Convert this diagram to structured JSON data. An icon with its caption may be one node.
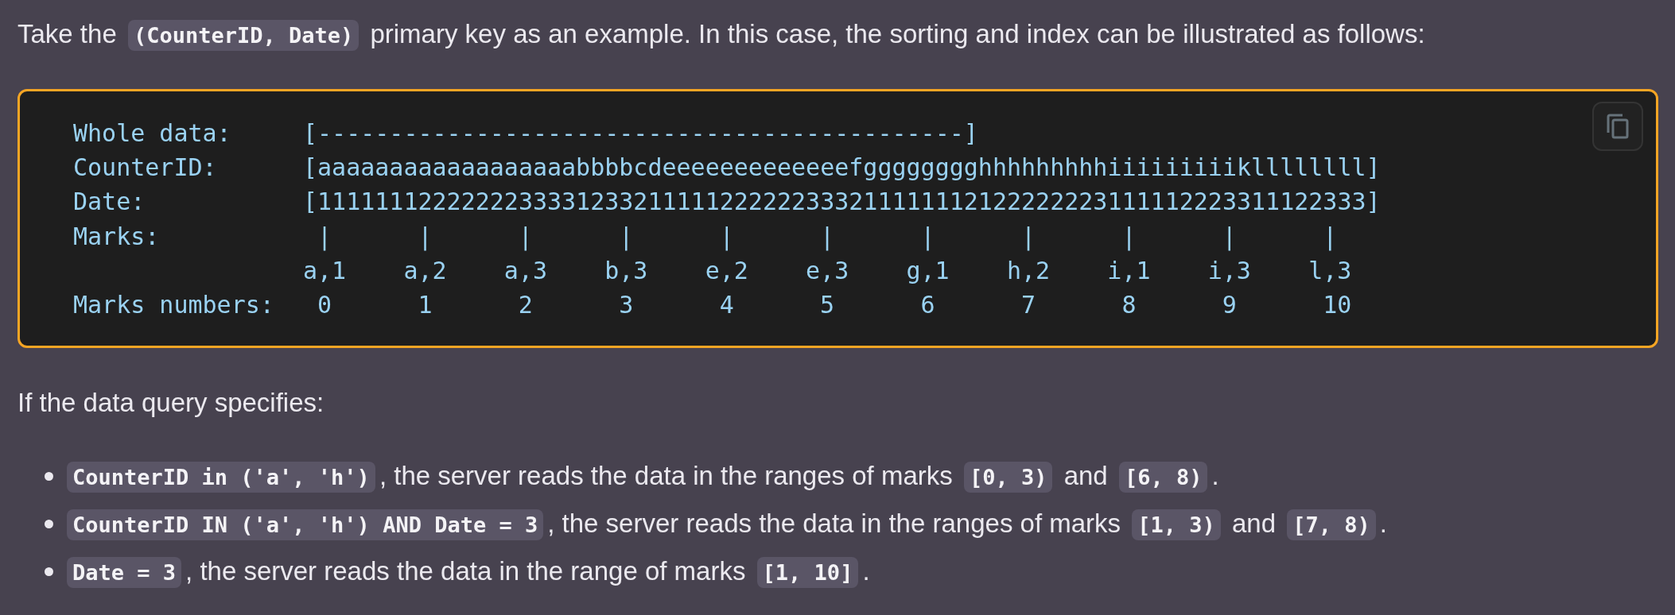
{
  "diagram": {
    "nodes": [
      {
        "text": [
          "Whole data:",
          "[---------------------------------------------]",
          "CounterID:",
          "[aaaaaaaaaaaaaaaaaabbbbcdeeeeeeeeeeeeefgggggggghhhhhhhhhiiiiiiiiikllllllll]",
          "Date:",
          "[1111111222222233331233211111222222333211111112122222223111112223311122333]",
          "Marks:",
          "|",
          "|",
          "|",
          "|",
          "|",
          "|",
          "|",
          "|",
          "|",
          "|",
          "|",
          "a,1",
          "a,2",
          "a,3",
          "b,3",
          "e,2",
          "e,3",
          "g,1",
          "h,2",
          "i,1",
          "i,3",
          "l,3",
          "Marks numbers:",
          "0",
          "1",
          "2",
          "3",
          "4",
          "5",
          "6",
          "7",
          "8",
          "9",
          "10"
        ]
      }
    ],
    "labels": [
      "Take the **(CounterID, Date)** primary key as an example. In this case, the sorting and index can be illustrated as follows:",
      "If the data query specifies:",
      "**CounterID in ('a', 'h')**, the server reads the data in the ranges of marks **[0, 3)** and **[6, 8)**.",
      "**CounterID IN ('a', 'h') AND Date = 3**, the server reads the data in the ranges of marks **[1, 3)** and **[7, 8)**.",
      "**Date = 3**, the server reads the data in the range of marks **[1, 10]**."
    ]
  }
}
